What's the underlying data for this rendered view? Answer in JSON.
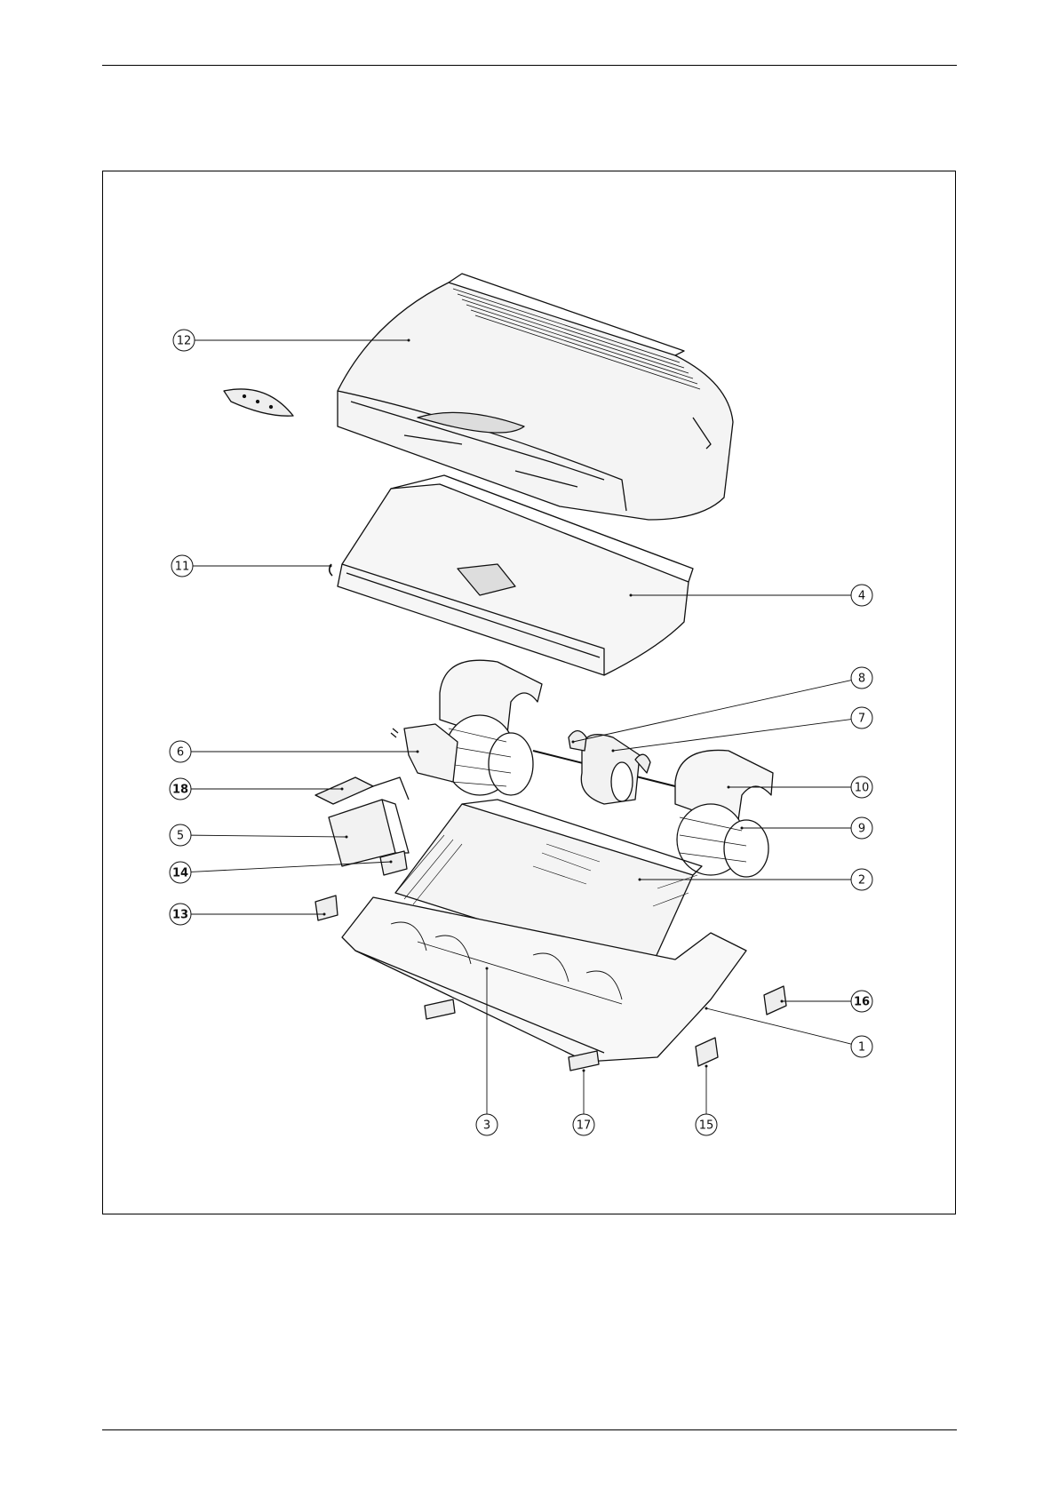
{
  "callouts": [
    {
      "id": "12",
      "bold": false
    },
    {
      "id": "11",
      "bold": false
    },
    {
      "id": "4",
      "bold": false
    },
    {
      "id": "8",
      "bold": false
    },
    {
      "id": "7",
      "bold": false
    },
    {
      "id": "6",
      "bold": false
    },
    {
      "id": "18",
      "bold": true
    },
    {
      "id": "10",
      "bold": false
    },
    {
      "id": "5",
      "bold": false
    },
    {
      "id": "9",
      "bold": false
    },
    {
      "id": "14",
      "bold": true
    },
    {
      "id": "2",
      "bold": false
    },
    {
      "id": "13",
      "bold": true
    },
    {
      "id": "16",
      "bold": true
    },
    {
      "id": "1",
      "bold": false
    },
    {
      "id": "3",
      "bold": false
    },
    {
      "id": "17",
      "bold": false
    },
    {
      "id": "15",
      "bold": false
    }
  ]
}
